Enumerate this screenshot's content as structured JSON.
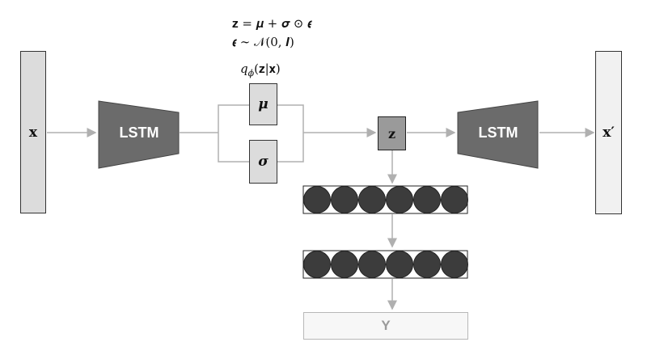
{
  "diagram": {
    "equations": {
      "reparam": "𝐳 = 𝝁 + 𝝈 ⊙ 𝝐",
      "prior": "𝝐 ∼ 𝒩(0, 𝑰)",
      "posterior": "q",
      "posterior_sub": "ϕ",
      "posterior_args": "(𝐳|𝐱)"
    },
    "input": {
      "label": "𝐱"
    },
    "encoder": {
      "label": "LSTM"
    },
    "mu": {
      "label": "𝝁"
    },
    "sigma": {
      "label": "𝝈"
    },
    "latent": {
      "label": "𝐳"
    },
    "decoder": {
      "label": "LSTM"
    },
    "output": {
      "label": "𝐱′"
    },
    "dense_layers": [
      {
        "units": 6
      },
      {
        "units": 6
      }
    ],
    "prediction": {
      "label": "Y"
    },
    "colors": {
      "light_box": "#dcdcdc",
      "trapezoid": "#6b6b6b",
      "latent_box": "#9a9a9a",
      "neuron": "#3c3c3c",
      "arrow": "#b0b0b0",
      "output_box": "#f1f1f1"
    }
  }
}
